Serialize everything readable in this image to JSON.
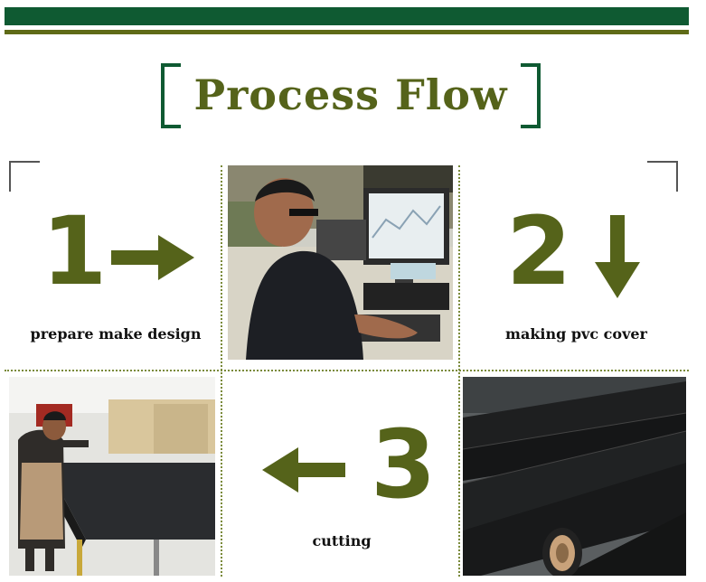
{
  "header": {
    "title": "Process Flow"
  },
  "steps": [
    {
      "number": "1",
      "caption": "prepare make design",
      "arrow": "right"
    },
    {
      "number": "2",
      "caption": "making pvc cover",
      "arrow": "down"
    },
    {
      "number": "3",
      "caption": "cutting",
      "arrow": "left"
    }
  ],
  "colors": {
    "primary_green": "#0f5a32",
    "olive": "#55631a",
    "band_olive": "#5f6b17"
  },
  "photos": [
    {
      "id": "designer-at-computer"
    },
    {
      "id": "worker-cutting-table"
    },
    {
      "id": "black-pvc-rolls"
    }
  ]
}
